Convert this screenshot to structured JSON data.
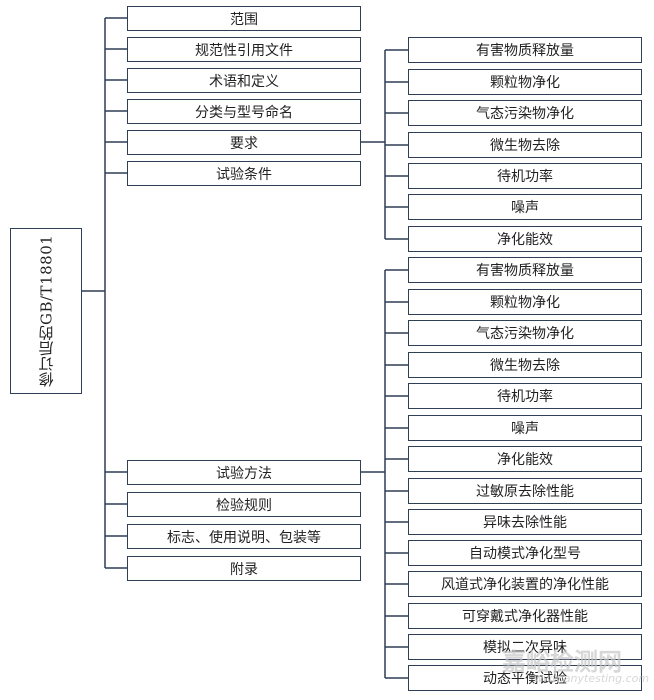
{
  "root": {
    "label": "修订后的GB/T18801"
  },
  "level1": [
    {
      "label": "范围"
    },
    {
      "label": "规范性引用文件"
    },
    {
      "label": "术语和定义"
    },
    {
      "label": "分类与型号命名"
    },
    {
      "label": "要求"
    },
    {
      "label": "试验条件"
    },
    {
      "label": "试验方法"
    },
    {
      "label": "检验规则"
    },
    {
      "label": "标志、使用说明、包装等"
    },
    {
      "label": "附录"
    }
  ],
  "requirements": [
    {
      "label": "有害物质释放量"
    },
    {
      "label": "颗粒物净化"
    },
    {
      "label": "气态污染物净化"
    },
    {
      "label": "微生物去除"
    },
    {
      "label": "待机功率"
    },
    {
      "label": "噪声"
    },
    {
      "label": "净化能效"
    }
  ],
  "test_methods": [
    {
      "label": "有害物质释放量"
    },
    {
      "label": "颗粒物净化"
    },
    {
      "label": "气态污染物净化"
    },
    {
      "label": "微生物去除"
    },
    {
      "label": "待机功率"
    },
    {
      "label": "噪声"
    },
    {
      "label": "净化能效"
    },
    {
      "label": "过敏原去除性能"
    },
    {
      "label": "异味去除性能"
    },
    {
      "label": "自动模式净化型号"
    },
    {
      "label": "风道式净化装置的净化性能"
    },
    {
      "label": "可穿戴式净化器性能"
    },
    {
      "label": "模拟二次异味"
    },
    {
      "label": "动态平衡试验"
    }
  ],
  "watermark": {
    "text": "嘉峪检测网",
    "sub": "www.anytesting.com"
  },
  "colors": {
    "line": "#2f3f55",
    "border": "#2f3f55",
    "background": "#ffffff"
  }
}
